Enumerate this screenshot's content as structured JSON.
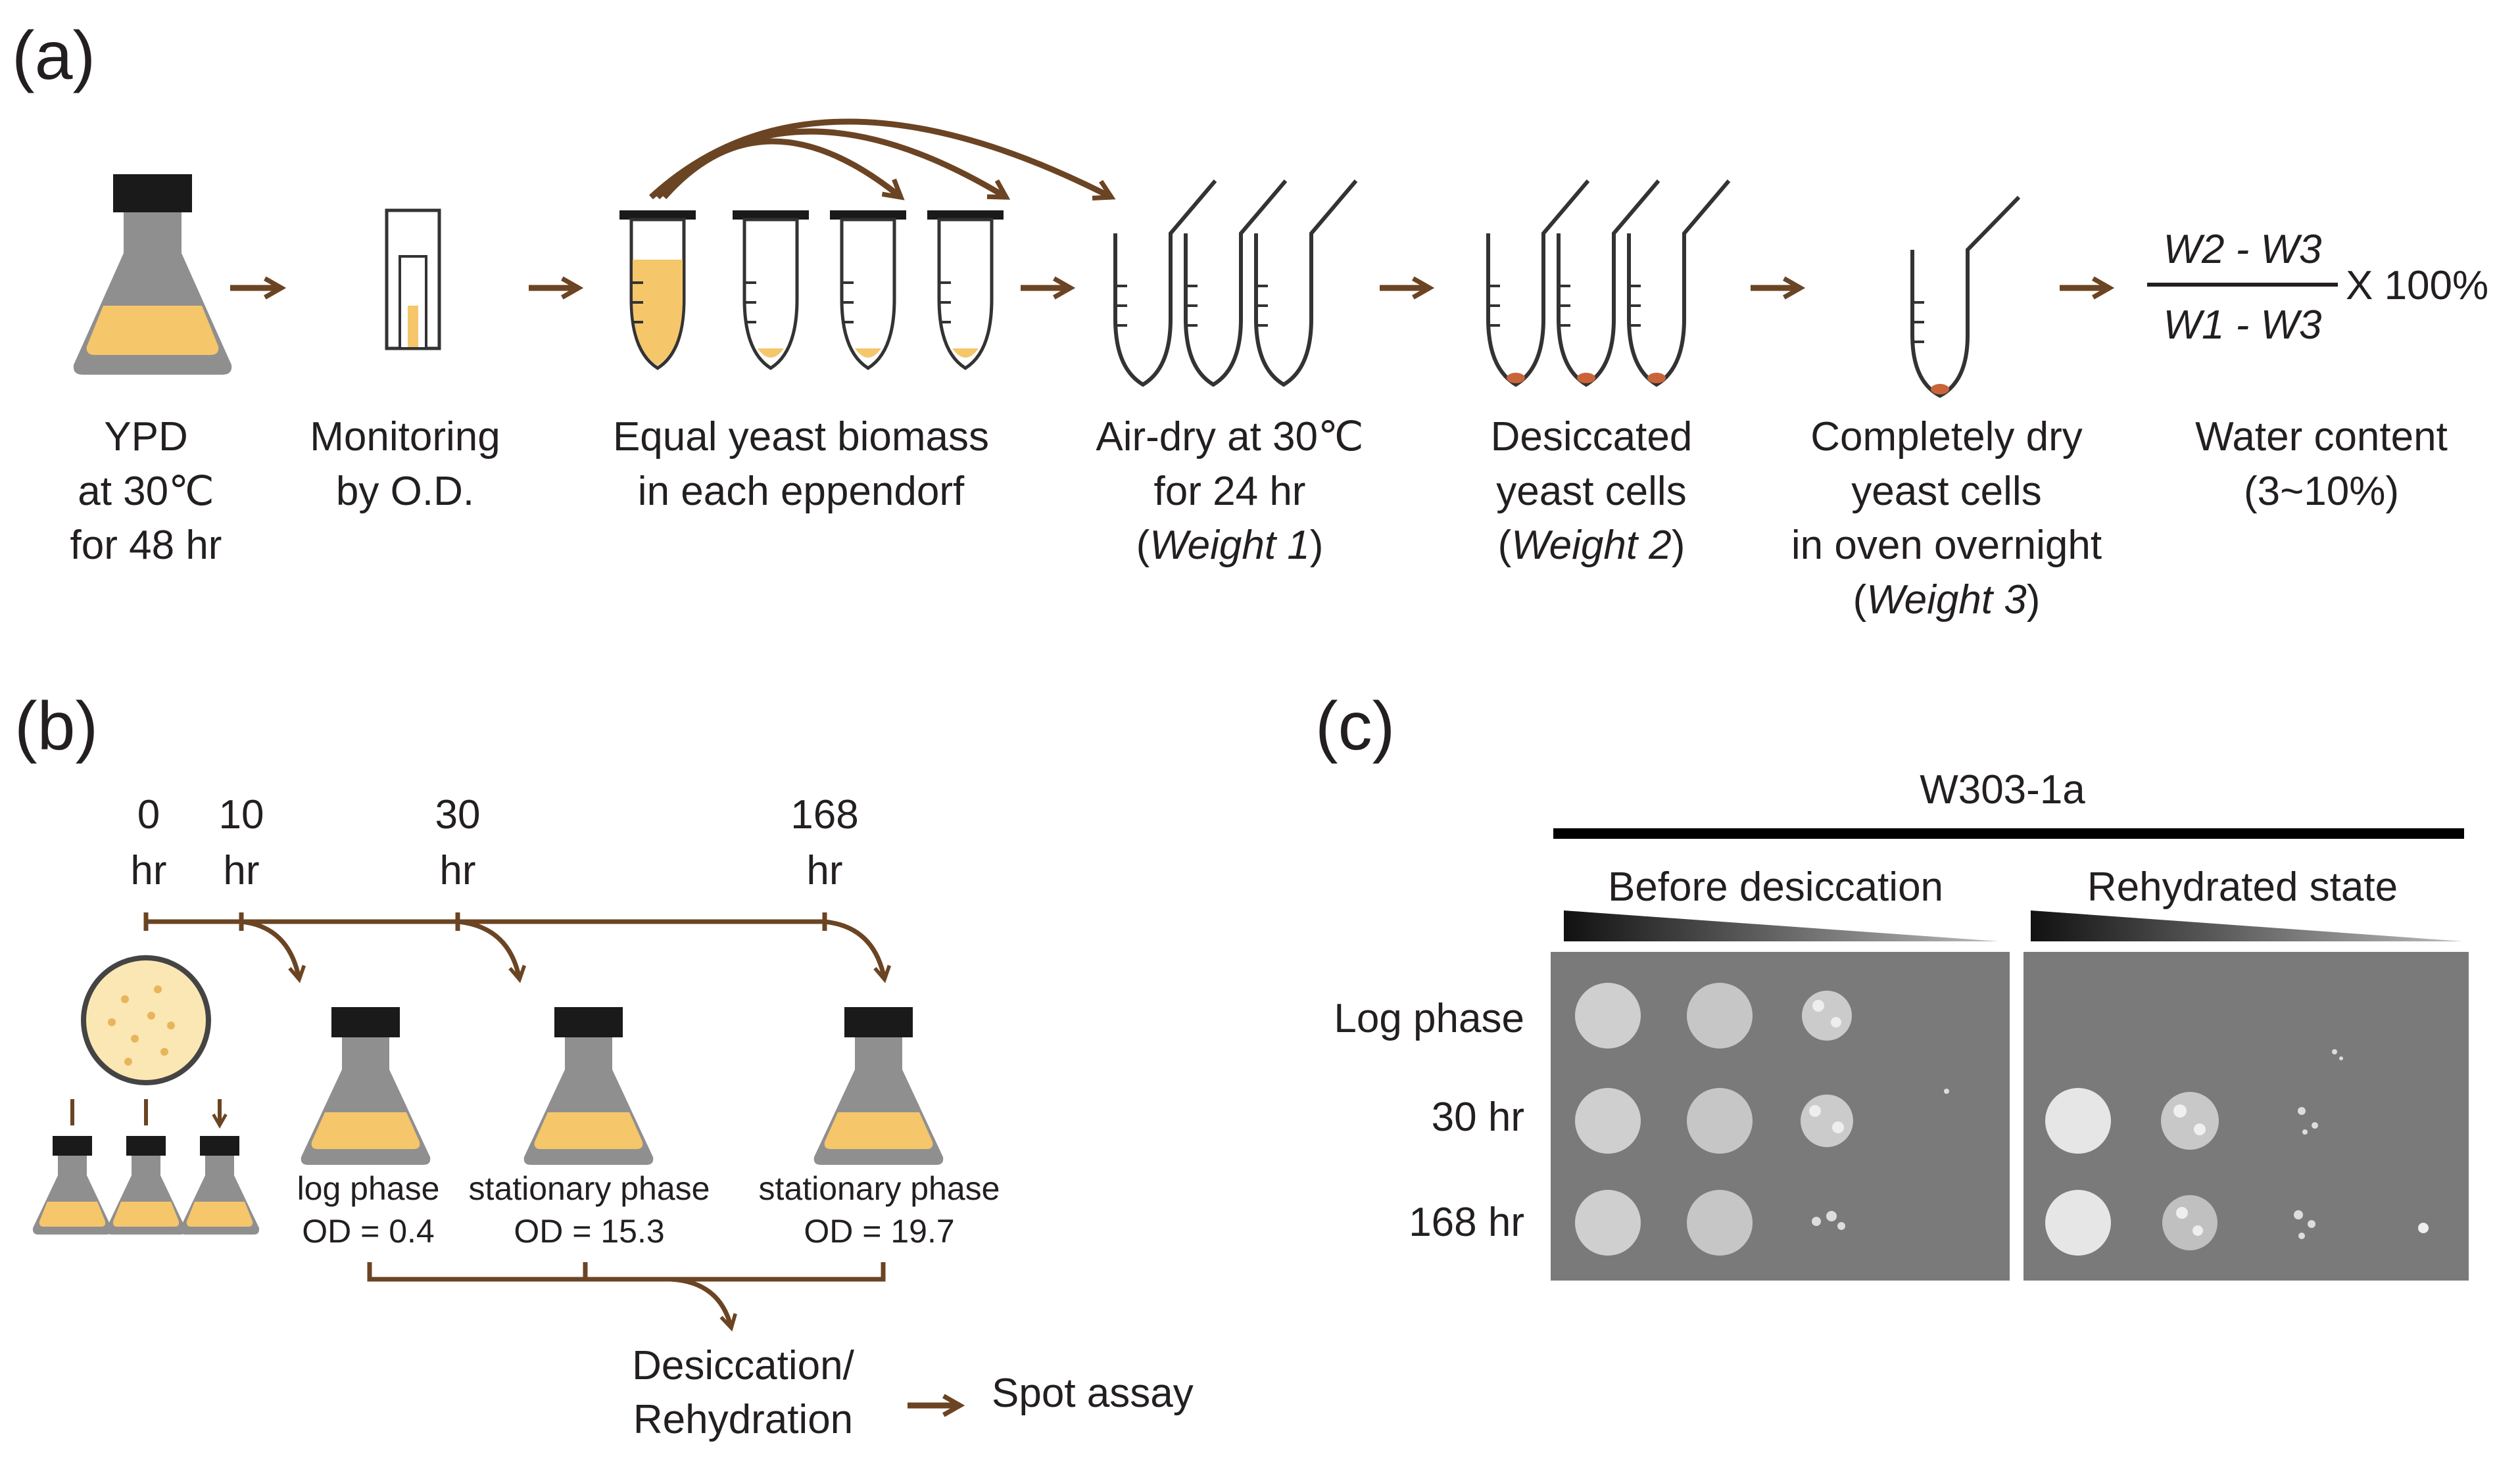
{
  "panel_a": {
    "label": "(a)",
    "steps": [
      {
        "lines": [
          "YPD",
          "at 30℃",
          "for 48 hr"
        ]
      },
      {
        "lines": [
          "Monitoring",
          "by O.D."
        ]
      },
      {
        "lines": [
          "Equal yeast biomass",
          "in each eppendorf"
        ]
      },
      {
        "lines": [
          "Air-dry at 30℃",
          "for 24 hr"
        ],
        "weight": "Weight 1"
      },
      {
        "lines": [
          "Desiccated",
          "yeast cells"
        ],
        "weight": "Weight 2"
      },
      {
        "lines": [
          "Completely dry",
          "yeast cells",
          "in oven overnight"
        ],
        "weight": "Weight 3"
      },
      {
        "lines": [
          "Water content",
          "(3~10%)"
        ]
      }
    ],
    "formula": {
      "numerator": "W2 - W3",
      "denominator": "W1 - W3",
      "multiplier": "X 100%"
    }
  },
  "panel_b": {
    "label": "(b)",
    "times": [
      {
        "value": "0",
        "unit": "hr"
      },
      {
        "value": "10",
        "unit": "hr"
      },
      {
        "value": "30",
        "unit": "hr"
      },
      {
        "value": "168",
        "unit": "hr"
      }
    ],
    "flasks": [
      {
        "phase": "log phase",
        "od": "OD = 0.4"
      },
      {
        "phase": "stationary phase",
        "od": "OD = 15.3"
      },
      {
        "phase": "stationary phase",
        "od": "OD = 19.7"
      }
    ],
    "desiccation": [
      "Desiccation/",
      "Rehydration"
    ],
    "spot_assay": "Spot assay"
  },
  "panel_c": {
    "label": "(c)",
    "strain": "W303-1a",
    "conditions": [
      "Before desiccation",
      "Rehydrated state"
    ],
    "rows": [
      "Log phase",
      "30 hr",
      "168 hr"
    ]
  },
  "colors": {
    "arrow": "#6b4423",
    "media": "#f5c66a",
    "flask": "#8f8f8f",
    "cap": "#1a1a1a",
    "plate_bg": "#7a7a7a"
  }
}
